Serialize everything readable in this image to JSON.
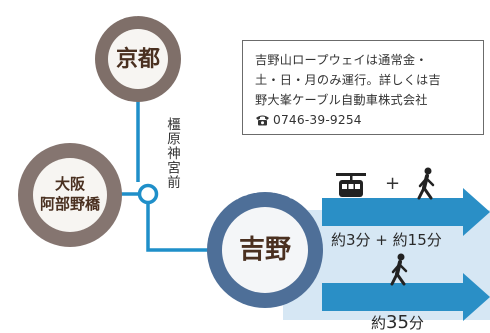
{
  "notice": {
    "line1": "吉野山ロープウェイは通常金・",
    "line2": "土・日・月のみ運行。詳しくは吉",
    "line3": "野大峯ケーブル自動車株式会社",
    "phone": "0746-39-9254",
    "phone_icon": "telephone-icon"
  },
  "stations": {
    "kyoto": {
      "name": "京都",
      "ring": "KYOTO"
    },
    "abenobashi": {
      "name_line1": "大阪",
      "name_line2": "阿部野橋",
      "ring": "OSAKA-ABENOBASHI"
    },
    "yoshino": {
      "name": "吉野",
      "ring": "YOSHINO"
    },
    "kashihara": {
      "name": "橿原神宮前"
    }
  },
  "routes": {
    "ropeway": {
      "icon1": "ropeway-gondola-icon",
      "plus": "+",
      "icon2": "walking-person-icon",
      "time": "約3分 + 約15分"
    },
    "walk": {
      "icon": "walking-person-icon",
      "time_prefix": "約",
      "time_value": "35",
      "time_unit": "分"
    }
  },
  "colors": {
    "line": "#1f8fc9",
    "arrow": "#2a8fc6",
    "band": "#c8dff0",
    "ring_brown": "#8a7a72",
    "ring_blue": "#50719a"
  }
}
